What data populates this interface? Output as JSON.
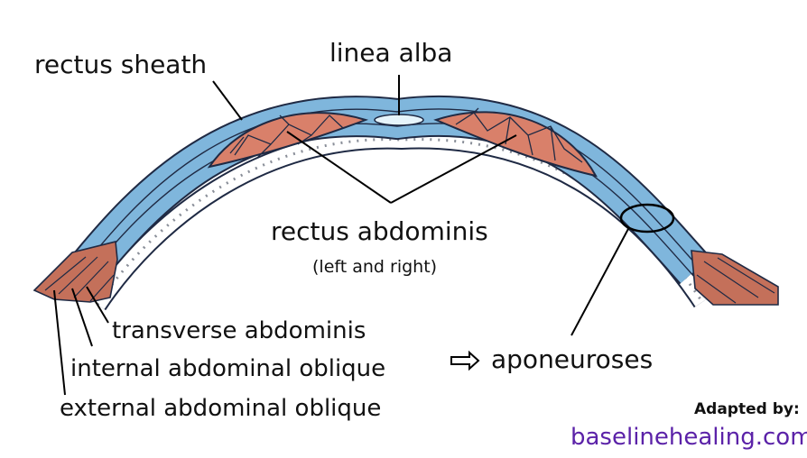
{
  "labels": {
    "rectus_sheath": "rectus sheath",
    "linea_alba": "linea alba",
    "rectus_abdominis": "rectus abdominis",
    "left_right": "(left and right)",
    "transverse": "transverse abdominis",
    "internal": "internal abdominal oblique",
    "external": "external abdominal oblique",
    "aponeuroses": "aponeuroses"
  },
  "credit": {
    "adapted_by": "Adapted by:",
    "site": "baselinehealing.com"
  },
  "colors": {
    "sheath": "#7fb6dc",
    "sheath_edge": "#1f2a44",
    "muscle": "#d9806a",
    "oblique": "#c4705a",
    "linea": "#e6f4fb",
    "fascia": "#ffffff",
    "credit_link": "#5b22a8"
  }
}
